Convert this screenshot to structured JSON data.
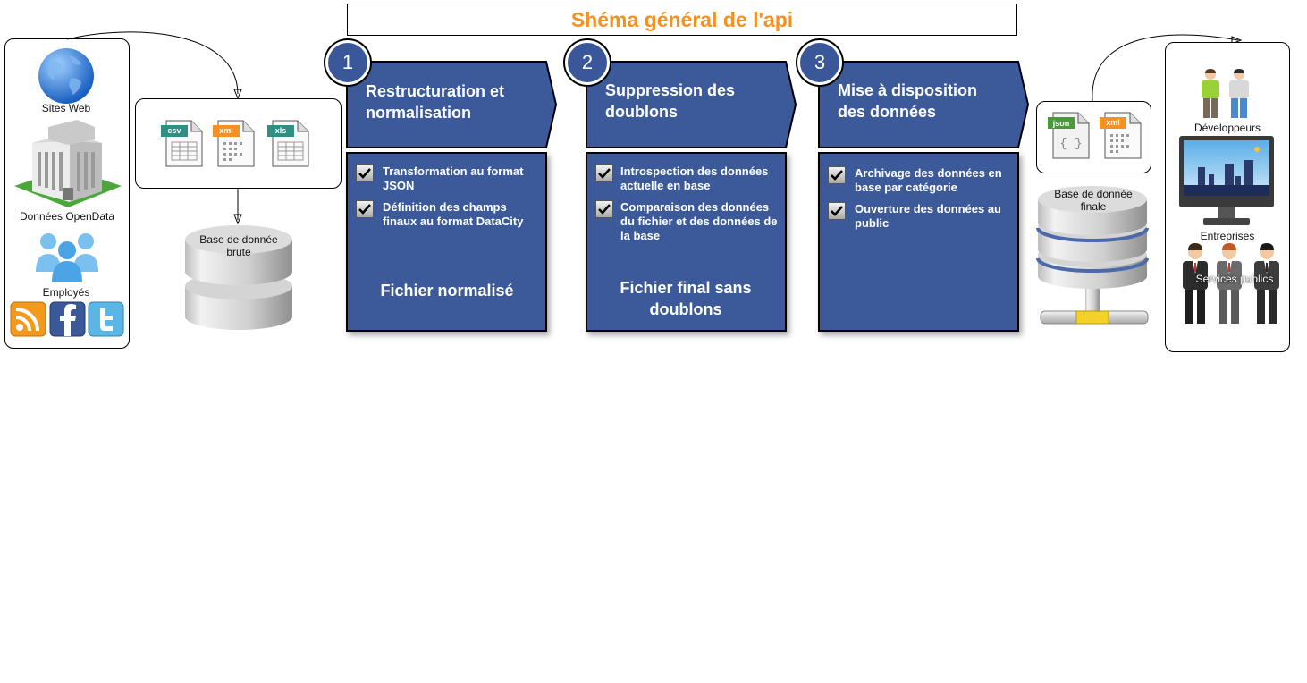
{
  "title": "Shéma général de l'api",
  "sources": {
    "sites_web": "Sites Web",
    "opendata": "Données OpenData",
    "employes": "Employés"
  },
  "file_formats": [
    "csv",
    "xml",
    "xls"
  ],
  "raw_db": "Base de donnée brute",
  "steps": [
    {
      "number": "1",
      "title": "Restructuration et normalisation",
      "items": [
        "Transformation au format JSON",
        "Définition des champs finaux au format DataCity"
      ],
      "result": "Fichier normalisé"
    },
    {
      "number": "2",
      "title": "Suppression des doublons",
      "items": [
        "Introspection des données actuelle en base",
        "Comparaison des données du fichier et des données de la base"
      ],
      "result": "Fichier final sans doublons"
    },
    {
      "number": "3",
      "title": "Mise à disposition des données",
      "items": [
        "Archivage des données en base par catégorie",
        "Ouverture des données au public"
      ],
      "result": ""
    }
  ],
  "output_formats": [
    "json",
    "xml"
  ],
  "final_db": "Base de donnée finale",
  "consumers": {
    "developpeurs": "Développeurs",
    "entreprises": "Entreprises",
    "services_publics": "Services publics"
  },
  "colors": {
    "title": "#f39221",
    "step_blue": "#3c5a9a",
    "csv": "#2f8f83",
    "xml": "#f39221",
    "json": "#4a9a3a"
  }
}
